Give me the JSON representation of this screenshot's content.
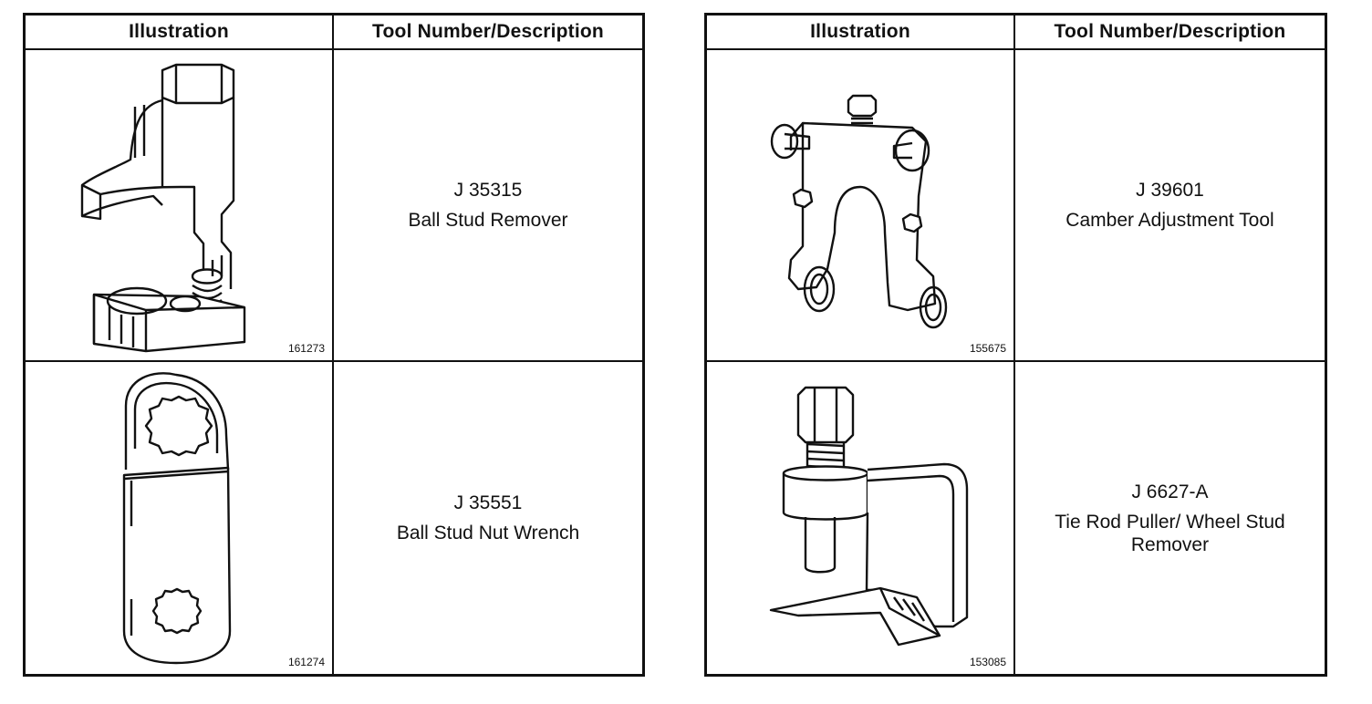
{
  "tables": [
    {
      "header": {
        "illustration": "Illustration",
        "tool": "Tool Number/Description"
      },
      "rows": [
        {
          "figure_number": "161273",
          "tool_number": "J 35315",
          "description": "Ball Stud Remover",
          "icon": "ball-stud-remover-icon"
        },
        {
          "figure_number": "161274",
          "tool_number": "J 35551",
          "description": "Ball Stud Nut Wrench",
          "icon": "ball-stud-nut-wrench-icon"
        }
      ]
    },
    {
      "header": {
        "illustration": "Illustration",
        "tool": "Tool Number/Description"
      },
      "rows": [
        {
          "figure_number": "155675",
          "tool_number": "J 39601",
          "description": "Camber Adjustment Tool",
          "icon": "camber-adjustment-tool-icon"
        },
        {
          "figure_number": "153085",
          "tool_number": "J 6627-A",
          "description": "Tie Rod Puller/ Wheel Stud Remover",
          "icon": "tie-rod-puller-icon"
        }
      ]
    }
  ]
}
